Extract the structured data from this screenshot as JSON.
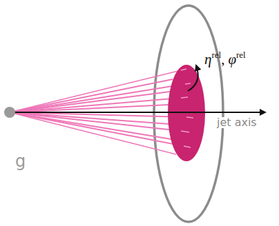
{
  "diagram": {
    "labels": [
      "g",
      "jet axis",
      "η",
      "rel",
      ",",
      "φ",
      "rel"
    ]
  }
}
